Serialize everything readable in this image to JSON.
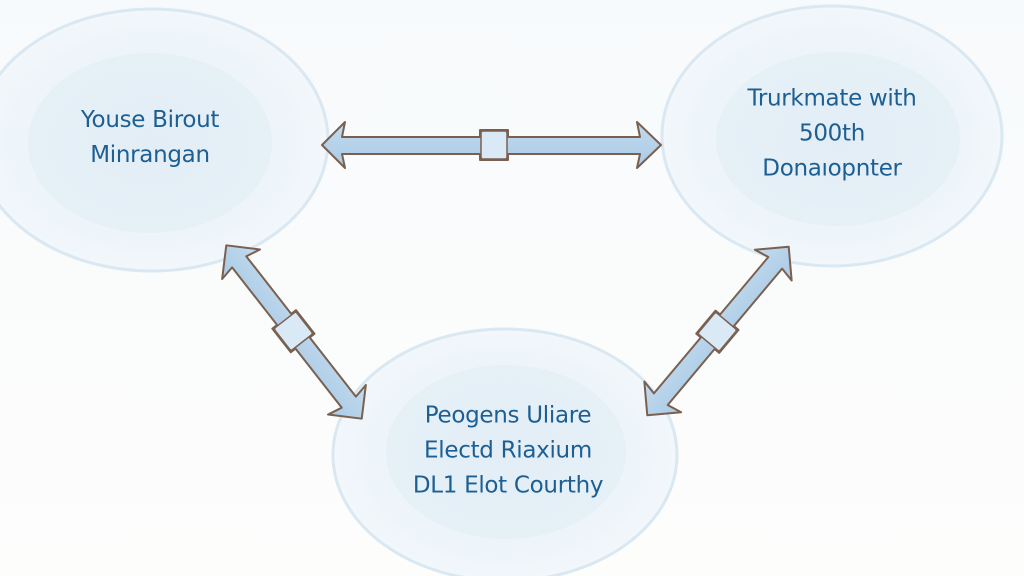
{
  "diagram": {
    "type": "cycle",
    "colors": {
      "background": "#fafcfd",
      "node_outer_fill": "#eef5fa",
      "node_outer_stroke": "#dbe9f3",
      "node_inner_fill": "#e3eef6",
      "label_text": "#1d5f93",
      "arrow_fill": "#b7d3ea",
      "arrow_stroke": "#7a6050",
      "connector_fill": "#d9e9f5"
    },
    "nodes": [
      {
        "id": "top-left",
        "lines": [
          "Youse Birout",
          "Minrangan"
        ]
      },
      {
        "id": "top-right",
        "lines": [
          "Trurkmate with",
          "500th",
          "Donaıopnter"
        ]
      },
      {
        "id": "bottom",
        "lines": [
          "Peogens Uliare",
          "Electd Riaxium",
          "DL1 Elot Courthy"
        ]
      }
    ],
    "edges": [
      {
        "from": "top-left",
        "to": "top-right",
        "direction": "bidirectional",
        "has_connector": true
      },
      {
        "from": "top-left",
        "to": "bottom",
        "direction": "bidirectional",
        "has_connector": true
      },
      {
        "from": "top-right",
        "to": "bottom",
        "direction": "bidirectional",
        "has_connector": true
      }
    ]
  }
}
